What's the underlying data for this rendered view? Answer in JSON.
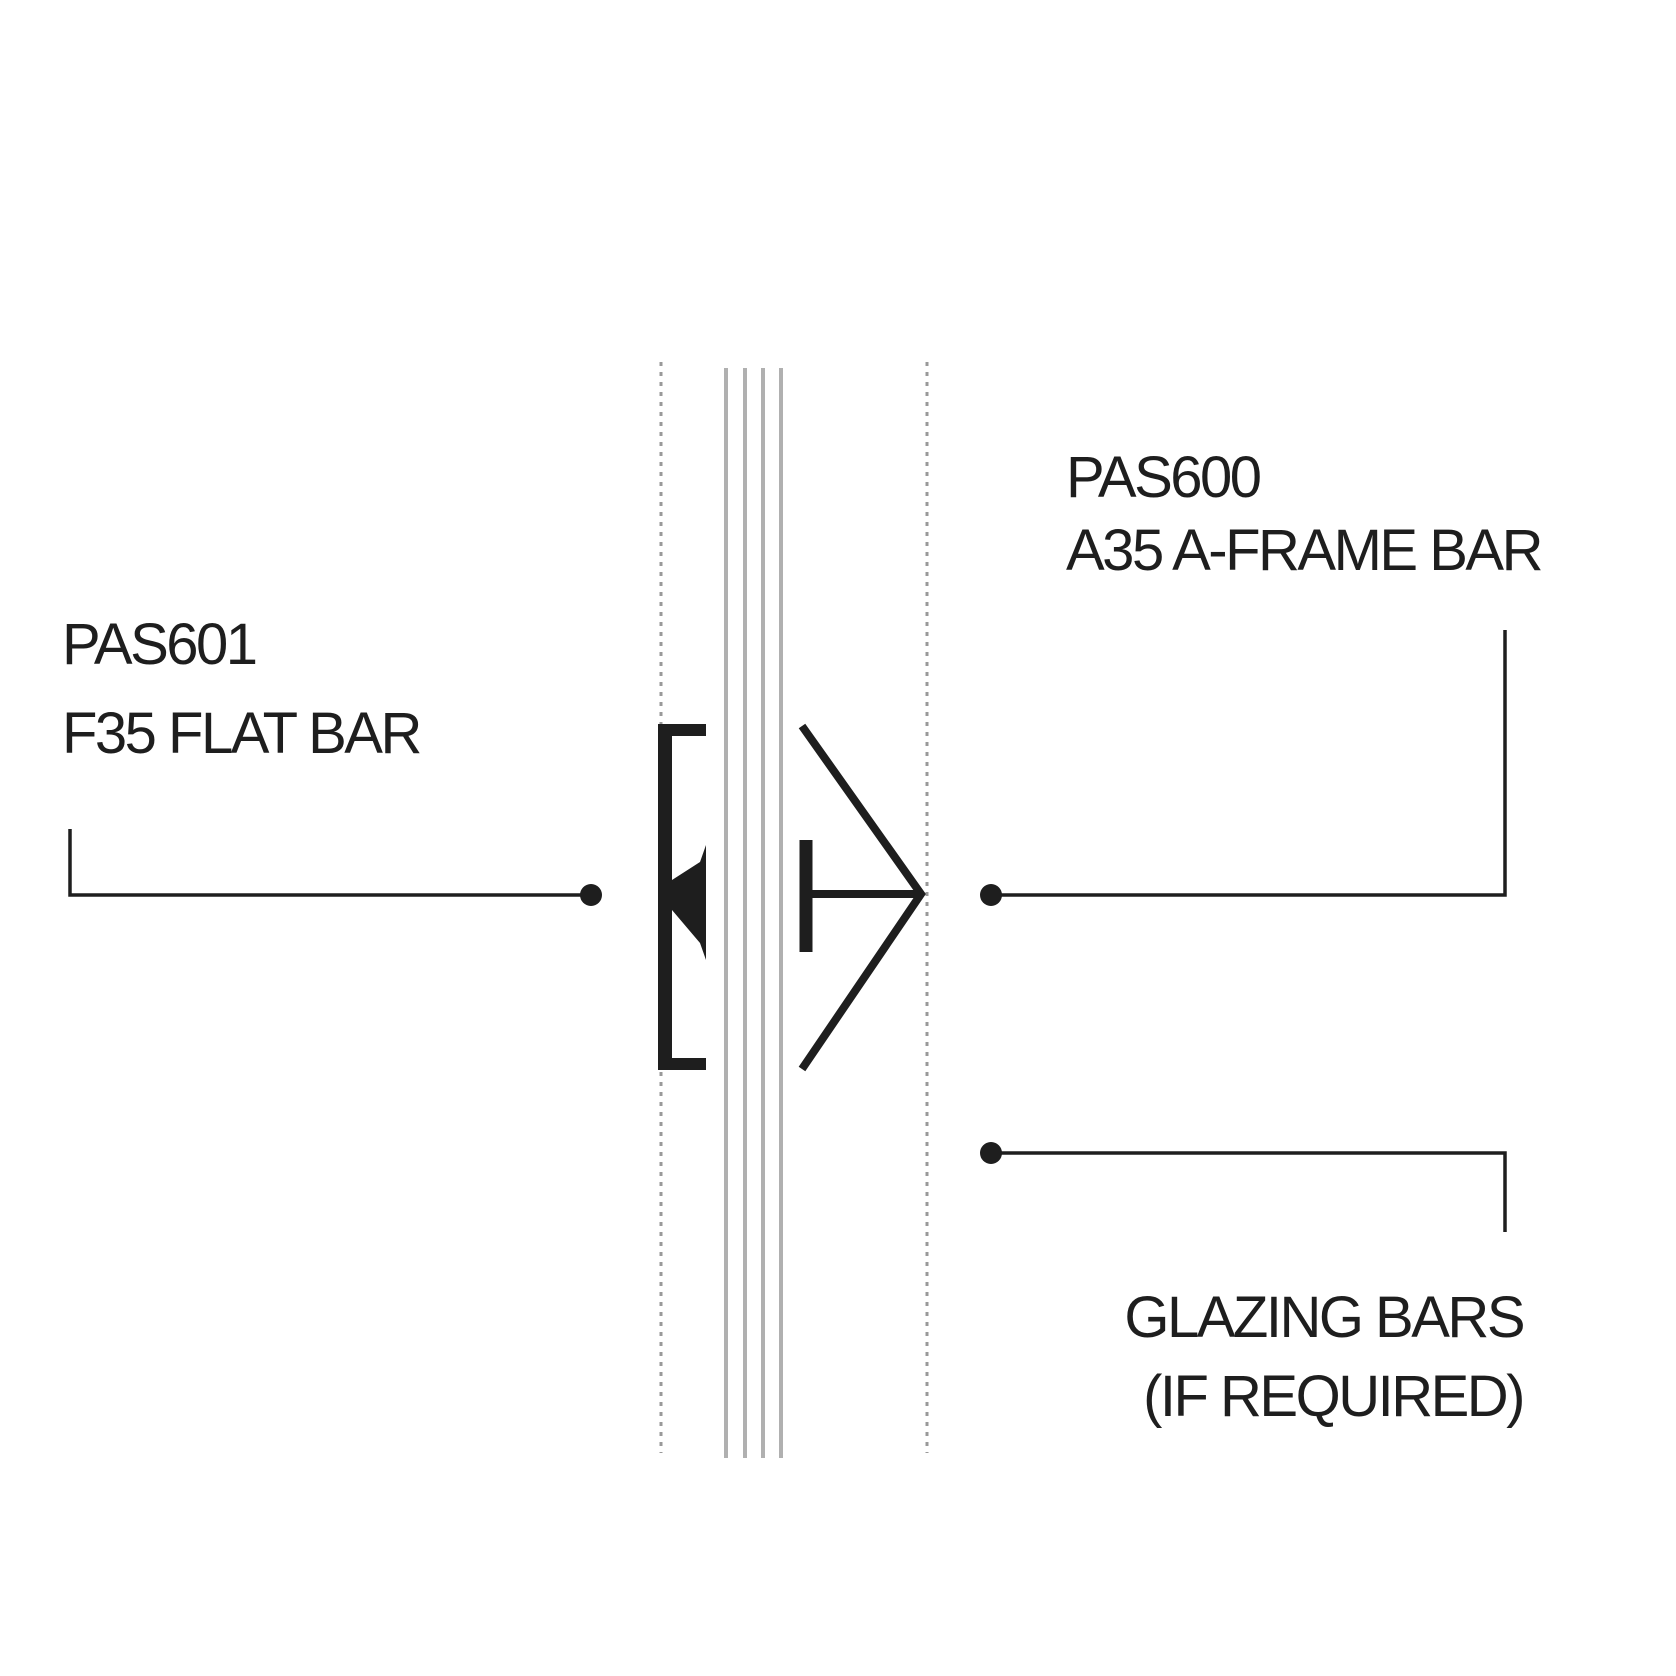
{
  "labels": {
    "left_code": "PAS601",
    "left_name": "F35 FLAT BAR",
    "right_code": "PAS600",
    "right_name": "A35 A-FRAME BAR",
    "glazing_line1": "GLAZING BARS",
    "glazing_line2": "(IF REQUIRED)"
  },
  "colors": {
    "ink": "#1e1e1e",
    "glass": "#b0b0b0",
    "dotted": "#999999"
  }
}
